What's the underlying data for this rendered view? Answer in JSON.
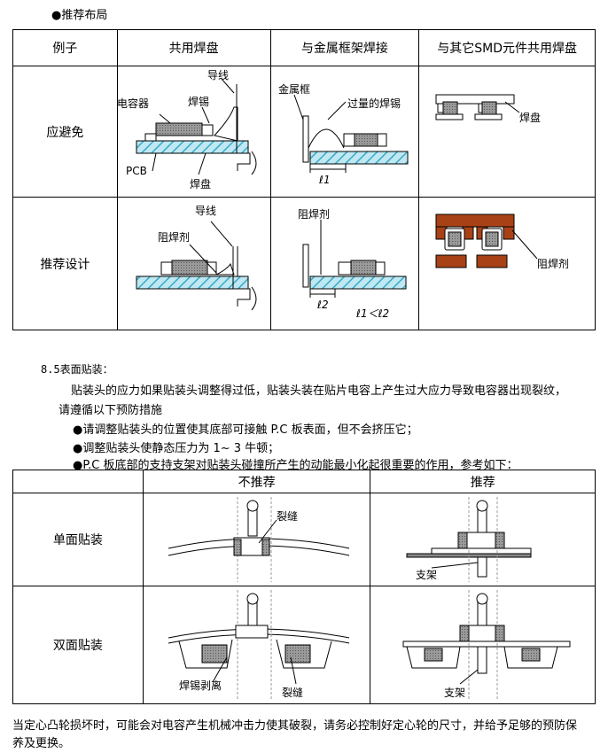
{
  "section1": {
    "heading": "推荐布局",
    "headers": [
      "例子",
      "共用焊盘",
      "与金属框架焊接",
      "与其它SMD元件共用焊盘"
    ],
    "rows": [
      "应避免",
      "推荐设计"
    ],
    "labels": {
      "capacitor": "电容器",
      "solder": "焊锡",
      "lead": "导线",
      "pcb": "PCB",
      "pad": "焊盘",
      "metal_frame": "金属框",
      "excess_solder": "过量的焊锡",
      "l1": "ℓ1",
      "resist": "阻焊剂",
      "l2": "ℓ2",
      "relation": "ℓ1＜ℓ2",
      "pad2": "焊盘",
      "resist2": "阻焊剂"
    }
  },
  "section2": {
    "title": "8.5表面贴装：",
    "para1": "贴装头的应力如果贴装头调整得过低，贴装头装在贴片电容上产生过大应力导致电容器出现裂纹，",
    "para2": "请遵循以下预防措施",
    "bullets": [
      "请调整贴装头的位置使其底部可接触 P.C 板表面，但不会挤压它；",
      "调整贴装头使静态压力为 1~ 3 牛顿；",
      "P.C 板底部的支持支架对贴装头碰撞所产生的动能最小化起很重要的作用，参考如下："
    ]
  },
  "section3": {
    "headers": [
      "不推荐",
      "推荐"
    ],
    "rows": [
      "单面贴装",
      "双面贴装"
    ],
    "labels": {
      "crack": "裂缝",
      "support": "支架",
      "solder_peel": "焊锡剥离",
      "crack2": "裂缝",
      "support2": "支架"
    }
  },
  "footer": {
    "line1": "当定心凸轮损坏时，可能会对电容产生机械冲击力使其破裂，请务必控制好定心轮的尺寸，并给予足够的预防保",
    "line2": "养及更换。"
  }
}
